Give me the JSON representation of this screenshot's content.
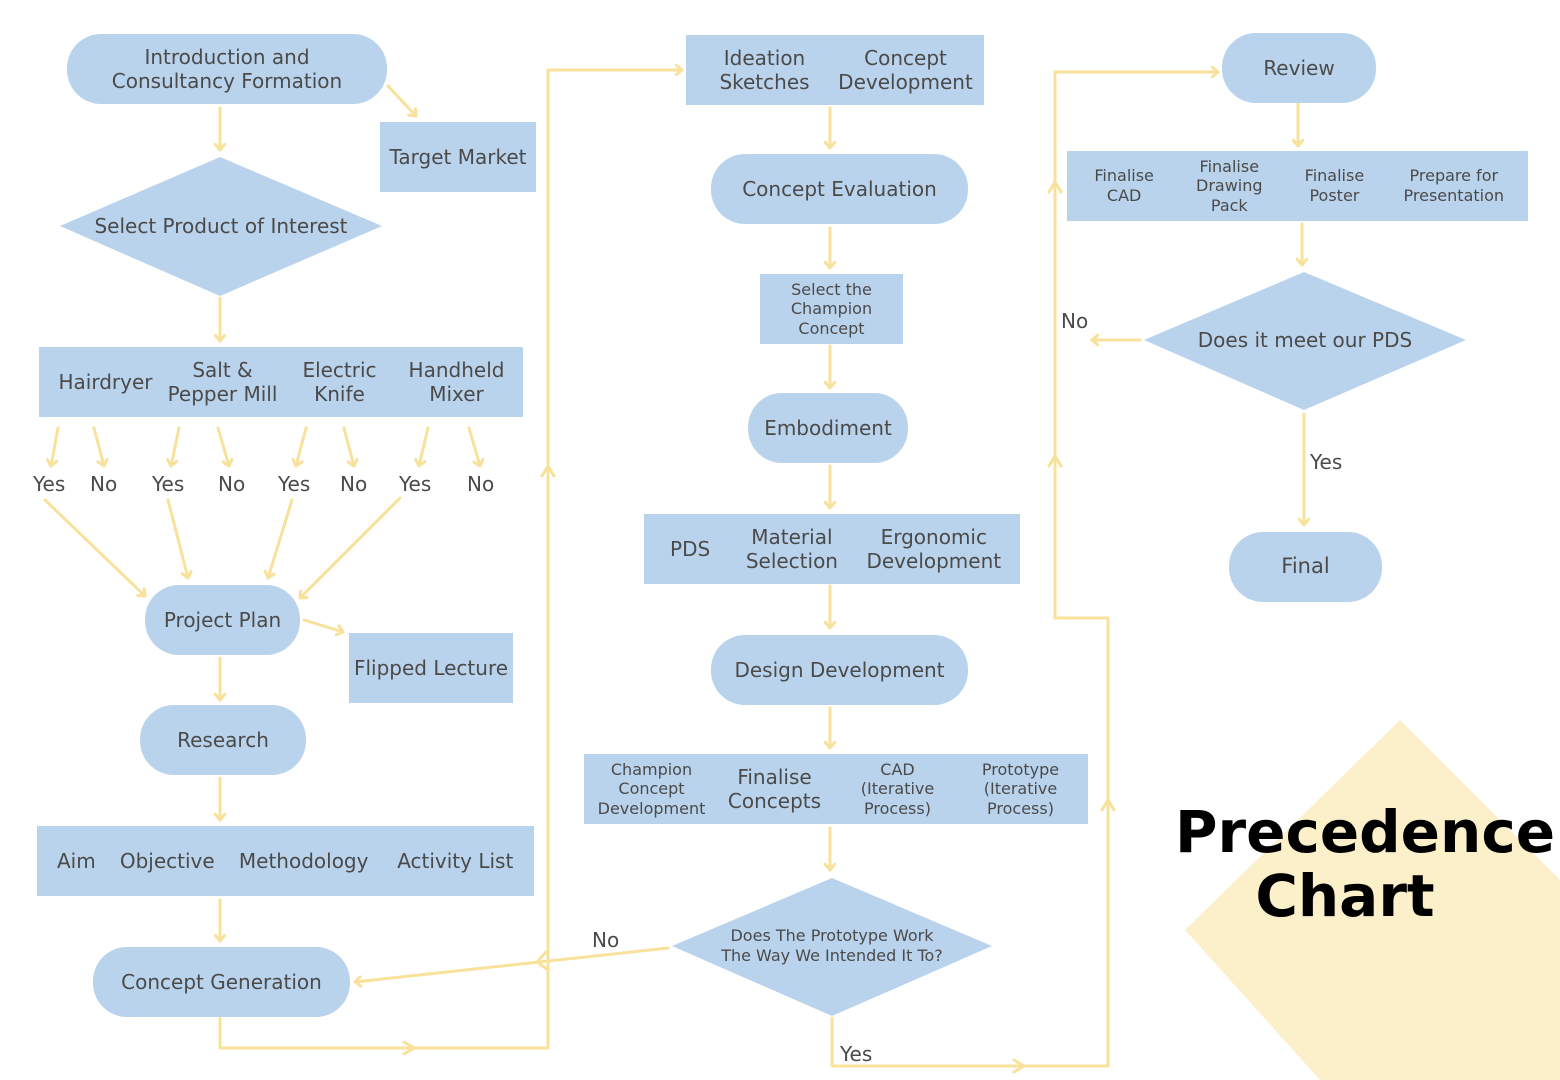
{
  "title": "Precedence\nChart",
  "colors": {
    "node": "#bad3ec",
    "arrow": "#f8e19b",
    "accent_diamond": "#fbf0c9",
    "text": "#4a4a4a"
  },
  "col1": {
    "intro": "Introduction and\nConsultancy Formation",
    "target_market": "Target Market",
    "select_product": "Select Product of Interest",
    "products": [
      "Hairdryer",
      "Salt &\nPepper Mill",
      "Electric\nKnife",
      "Handheld\nMixer"
    ],
    "choices": [
      "Yes",
      "No",
      "Yes",
      "No",
      "Yes",
      "No",
      "Yes",
      "No"
    ],
    "project_plan": "Project Plan",
    "flipped_lecture": "Flipped Lecture",
    "research": "Research",
    "research_items": [
      "Aim",
      "Objective",
      "Methodology",
      "Activity List"
    ],
    "concept_generation": "Concept Generation"
  },
  "col2": {
    "ideation": [
      "Ideation\nSketches",
      "Concept\nDevelopment"
    ],
    "concept_evaluation": "Concept Evaluation",
    "champion": "Select the\nChampion\nConcept",
    "embodiment": "Embodiment",
    "pds_items": [
      "PDS",
      "Material\nSelection",
      "Ergonomic\nDevelopment"
    ],
    "design_development": "Design Development",
    "dev_items": [
      "Champion\nConcept\nDevelopment",
      "Finalise\nConcepts",
      "CAD\n(Iterative\nProcess)",
      "Prototype\n(Iterative\nProcess)"
    ],
    "prototype_question": "Does The Prototype Work\nThe Way We Intended It To?",
    "no_label": "No",
    "yes_label": "Yes"
  },
  "col3": {
    "review": "Review",
    "finalise_items": [
      "Finalise\nCAD",
      "Finalise\nDrawing\nPack",
      "Finalise\nPoster",
      "Prepare for\nPresentation"
    ],
    "pds_question": "Does it meet our PDS",
    "no_label": "No",
    "yes_label": "Yes",
    "final": "Final"
  }
}
